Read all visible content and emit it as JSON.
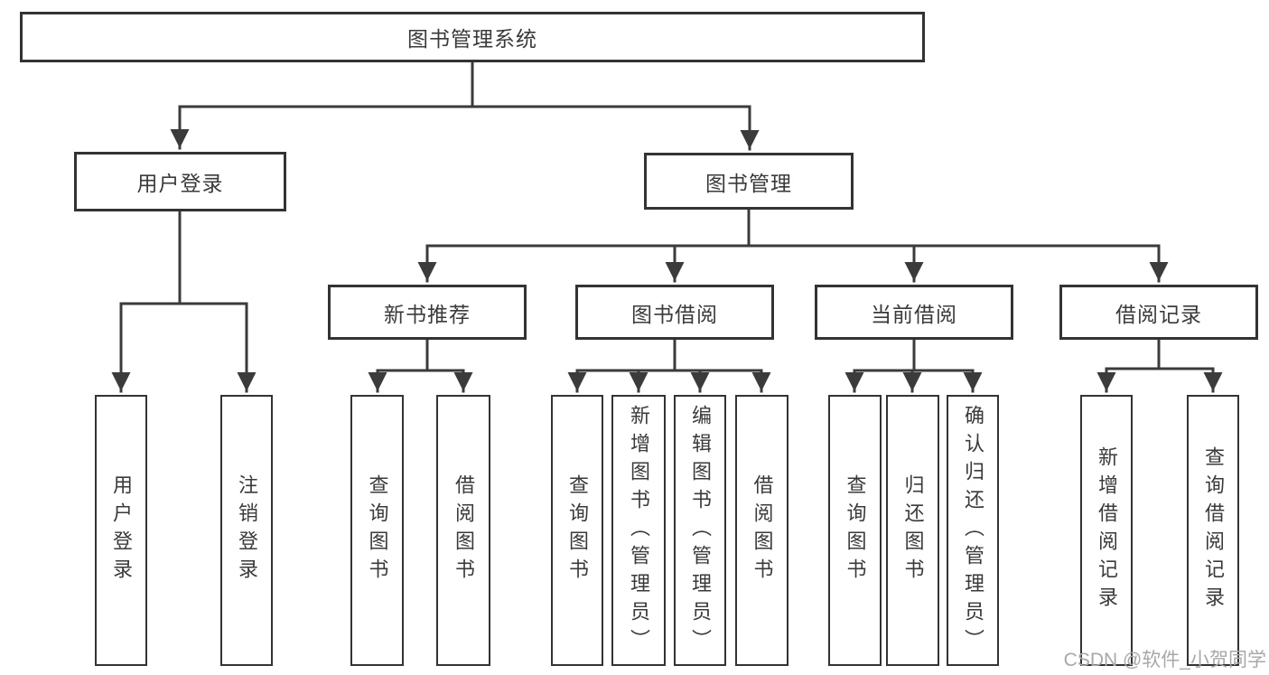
{
  "diagram": {
    "title": "图书管理系统",
    "root": "图书管理系统",
    "level2": {
      "user_login": "用户登录",
      "book_management": "图书管理"
    },
    "level3": {
      "new_book_recommend": "新书推荐",
      "book_borrow": "图书借阅",
      "current_borrow": "当前借阅",
      "borrow_records": "借阅记录"
    },
    "leaves": {
      "user": [
        "用户登录",
        "注销登录"
      ],
      "newbook": [
        "查询图书",
        "借阅图书"
      ],
      "borrow": [
        "查询图书",
        "新增图书（管理员）",
        "编辑图书（管理员）",
        "借阅图书"
      ],
      "current": [
        "查询图书",
        "归还图书",
        "确认归还（管理员）"
      ],
      "records": [
        "新增借阅记录",
        "查询借阅记录"
      ]
    }
  },
  "watermark": "CSDN @软件_小贺同学",
  "colors": {
    "line": "#3b3b3b",
    "border": "#333333",
    "text": "#3a3a3a",
    "watermark": "#a8a8a8",
    "background": "#ffffff"
  }
}
